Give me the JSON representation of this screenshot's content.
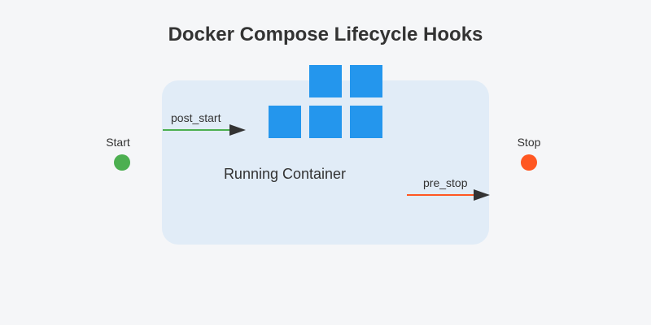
{
  "title": "Docker Compose Lifecycle Hooks",
  "container": {
    "label": "Running Container",
    "fill": "#e1ecf7"
  },
  "docker_blocks": {
    "color": "#2496ed",
    "count": 5
  },
  "start": {
    "label": "Start",
    "color": "#4caf50"
  },
  "stop": {
    "label": "Stop",
    "color": "#ff5722"
  },
  "hooks": {
    "post_start": {
      "label": "post_start",
      "line_color": "#4caf50",
      "arrow_color": "#333333"
    },
    "pre_stop": {
      "label": "pre_stop",
      "line_color": "#ff5722",
      "arrow_color": "#333333"
    }
  }
}
